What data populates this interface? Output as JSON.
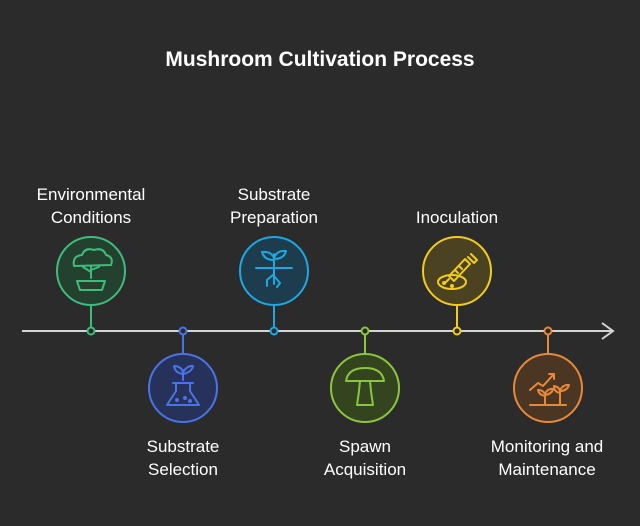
{
  "title": "Mushroom Cultivation Process",
  "steps": [
    {
      "line1": "Environmental",
      "line2": "Conditions",
      "color": "#3dbd7d",
      "icon": "bonsai-tree-icon"
    },
    {
      "line1": "Substrate",
      "line2": "Selection",
      "color": "#4a73e8",
      "icon": "lab-flask-sprout-icon"
    },
    {
      "line1": "Substrate",
      "line2": "Preparation",
      "color": "#1ea7e0",
      "icon": "seedling-roots-icon"
    },
    {
      "line1": "Spawn",
      "line2": "Acquisition",
      "color": "#8cc63e",
      "icon": "mushroom-icon"
    },
    {
      "line1": "Inoculation",
      "line2": "",
      "color": "#f2cc1b",
      "icon": "syringe-petri-dish-icon"
    },
    {
      "line1": "Monitoring and",
      "line2": "Maintenance",
      "color": "#e8893a",
      "icon": "growth-chart-plant-icon"
    }
  ]
}
